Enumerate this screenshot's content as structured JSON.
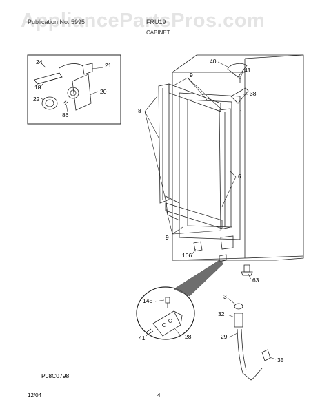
{
  "header": {
    "left_text": "Publication No: 5995",
    "right_text": "FRU19",
    "section_title": "CABINET",
    "watermark": "AppliancePartsPros.com"
  },
  "callouts": {
    "c24": "24",
    "c21": "21",
    "c18": "18",
    "c20": "20",
    "c22": "22",
    "c86": "86",
    "c40": "40",
    "c41_top": "41",
    "c38": "38",
    "c9_top": "9",
    "c8": "8",
    "c6": "6",
    "c9_bottom": "9",
    "c106": "106",
    "c63": "63",
    "c3": "3",
    "c32": "32",
    "c29": "29",
    "c35": "35",
    "c145": "145",
    "c41_detail": "41",
    "c28": "28"
  },
  "footer": {
    "diagram_code": "P08C0798",
    "date": "12/04",
    "page_number": "4"
  }
}
